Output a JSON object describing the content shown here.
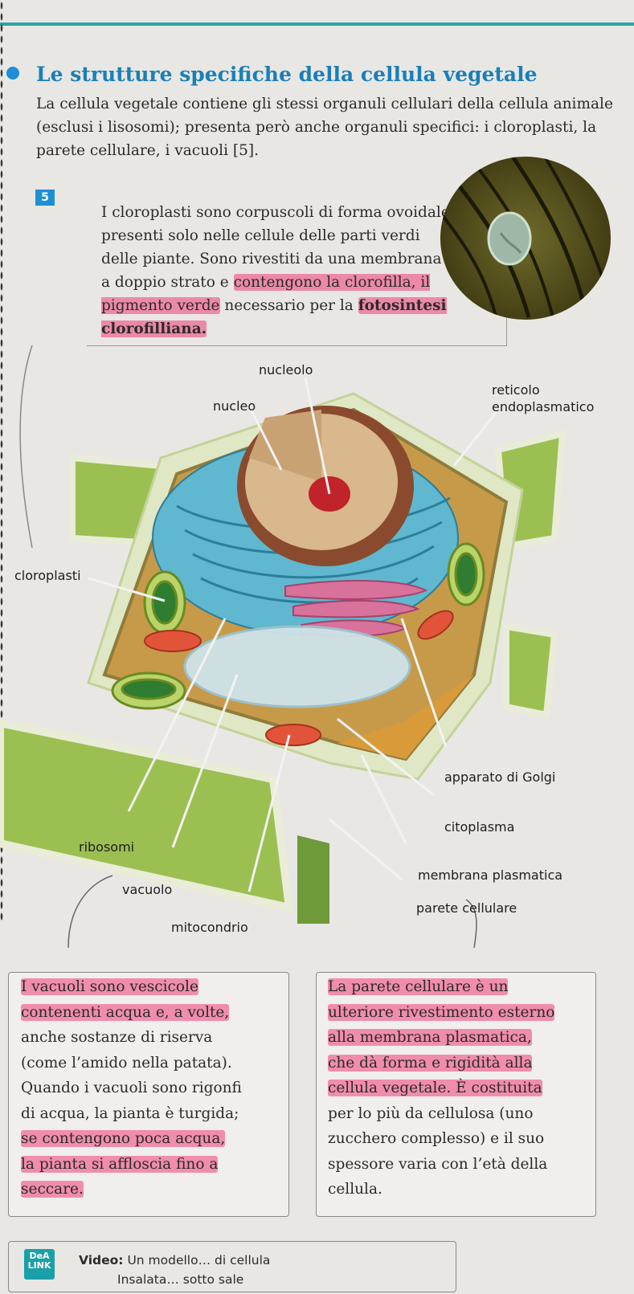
{
  "section": {
    "title": "Le strutture specifiche della cellula vegetale",
    "intro": "La cellula vegetale contiene gli stessi organuli cellulari della cellula animale (esclusi i lisosomi); presenta però anche organuli specifici: i cloroplasti, la parete cellulare, i vacuoli [5]."
  },
  "figure": {
    "number": "5",
    "chloroplast_text": {
      "part1": "I cloroplasti sono corpuscoli di forma ovoidale presenti solo nelle cellule delle parti verdi delle piante. Sono rivestiti da una membrana a doppio strato e ",
      "part2": "contengono la clorofilla, il pigmento verde",
      "part3": " necessario per la ",
      "part4": "fotosintesi clorofilliana."
    }
  },
  "diagram_labels": {
    "nucleolo": "nucleolo",
    "nucleo": "nucleo",
    "reticolo": "reticolo",
    "endoplasmatico": "endoplasmatico",
    "cloroplasti": "cloroplasti",
    "apparato_golgi": "apparato di Golgi",
    "citoplasma": "citoplasma",
    "ribosomi": "ribosomi",
    "membrana_plasmatica": "membrana plasmatica",
    "vacuolo": "vacuolo",
    "parete_cellulare": "parete cellulare",
    "mitocondrio": "mitocondrio"
  },
  "vacuoli_box": {
    "lines": [
      "I vacuoli sono vescicole",
      "contenenti acqua e, a volte,",
      "anche sostanze di riserva",
      "(come l’amido nella patata).",
      "Quando i vacuoli sono rigonfi",
      "di acqua, la pianta è turgida;",
      "se contengono poca acqua,",
      "la pianta si affloscia fino a",
      "seccare."
    ]
  },
  "parete_box": {
    "lines": [
      "La parete cellulare è un",
      "ulteriore rivestimento esterno",
      "alla membrana plasmatica,",
      "che dà forma e rigidità alla",
      "cellula vegetale. È costituita",
      "per lo più da cellulosa (uno",
      "zucchero complesso) e il suo",
      "spessore varia con l’età della",
      "cellula."
    ]
  },
  "link": {
    "badge_top": "DeA",
    "badge_bottom": "LINK",
    "video_label": "Video:",
    "video_title": "Un modello… di cellula",
    "video_sub": "Insalata… sotto sale"
  },
  "colors": {
    "accent_blue": "#1c8fd6",
    "teal_rule": "#2aa3a9",
    "highlight_pink": "#f03c78"
  }
}
